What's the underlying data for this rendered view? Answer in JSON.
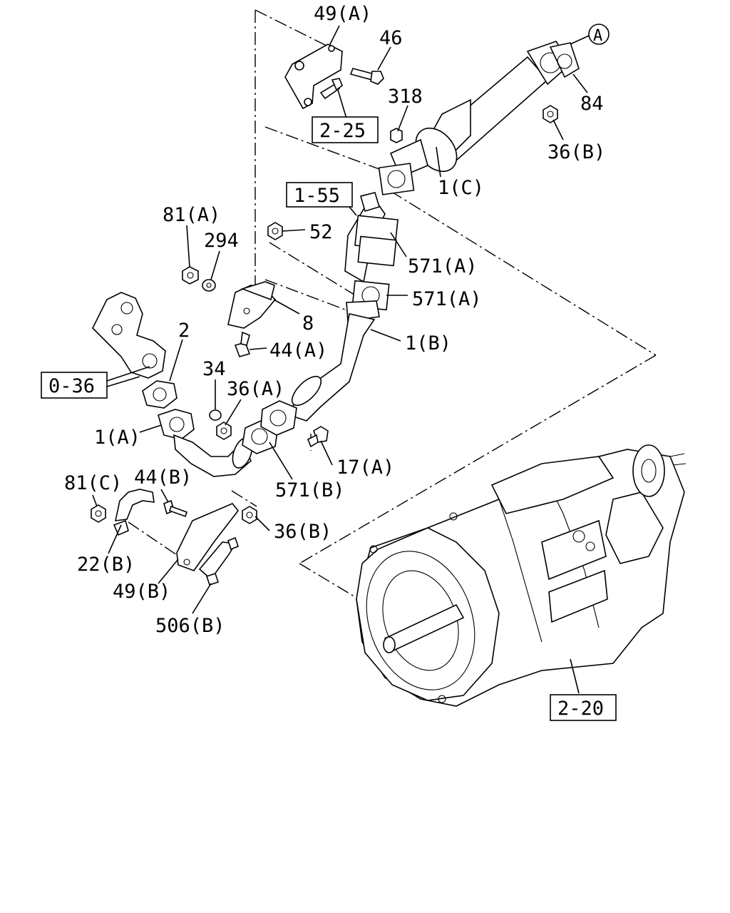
{
  "callouts": {
    "l_49a": "49(A)",
    "l_46": "46",
    "l_318": "318",
    "l_2_25": "2-25",
    "l_a_circle": "A",
    "l_84": "84",
    "l_36b_top": "36(B)",
    "l_1c": "1(C)",
    "l_1_55": "1-55",
    "l_81a": "81(A)",
    "l_294": "294",
    "l_52": "52",
    "l_571a_1": "571(A)",
    "l_571a_2": "571(A)",
    "l_8": "8",
    "l_44a": "44(A)",
    "l_1b": "1(B)",
    "l_2": "2",
    "l_0_36": "0-36",
    "l_34": "34",
    "l_36a": "36(A)",
    "l_1a": "1(A)",
    "l_17a": "17(A)",
    "l_571b": "571(B)",
    "l_81c": "81(C)",
    "l_44b": "44(B)",
    "l_36b_bot": "36(B)",
    "l_22b": "22(B)",
    "l_49b": "49(B)",
    "l_506b": "506(B)",
    "l_2_20": "2-20"
  }
}
